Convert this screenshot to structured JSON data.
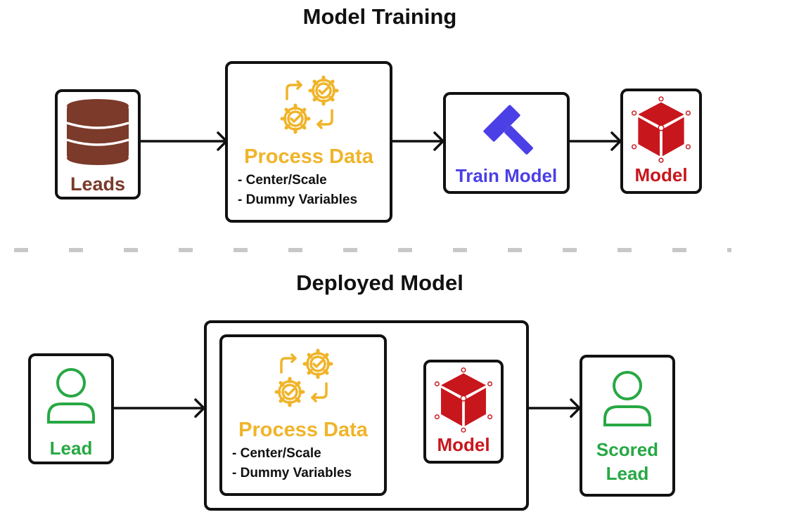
{
  "training": {
    "title": "Model Training",
    "leads_label": "Leads",
    "process": {
      "label": "Process Data",
      "bullets": [
        "- Center/Scale",
        "- Dummy Variables"
      ]
    },
    "train_label": "Train Model",
    "model_label": "Model"
  },
  "deployed": {
    "title": "Deployed Model",
    "lead_label": "Lead",
    "process": {
      "label": "Process Data",
      "bullets": [
        "- Center/Scale",
        "- Dummy Variables"
      ]
    },
    "model_label": "Model",
    "scored_label": [
      "Scored",
      "Lead"
    ]
  },
  "colors": {
    "leads": "#7b3a2a",
    "process": "#f0b429",
    "train": "#4b3fe6",
    "model": "#c8161d",
    "lead": "#27a844"
  },
  "icons": [
    "database-icon",
    "gears-icon",
    "hammer-icon",
    "cube-icon",
    "person-icon"
  ]
}
